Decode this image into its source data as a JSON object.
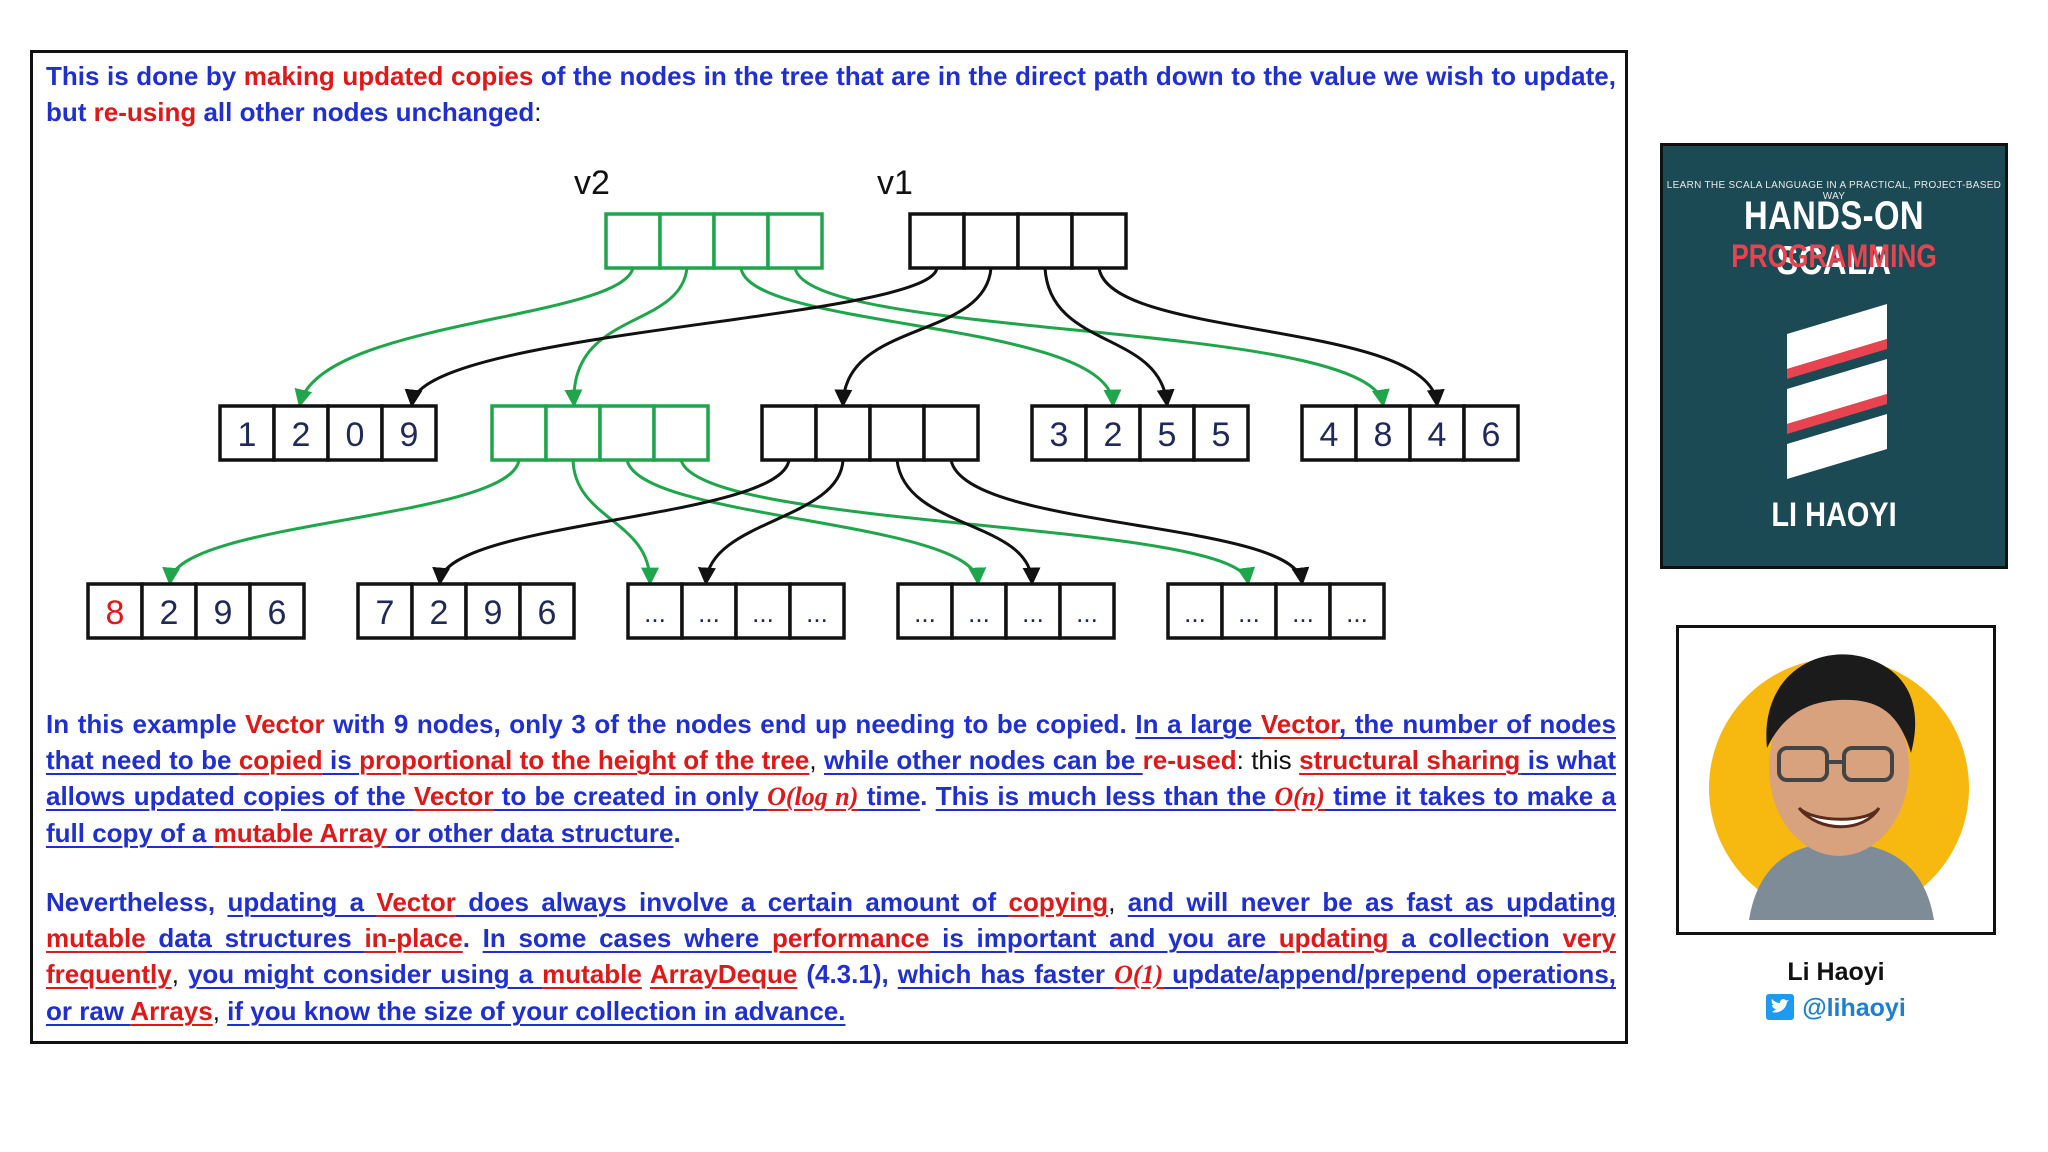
{
  "intro": {
    "s1": "This is done by ",
    "s2": "making updated copies",
    "s3": " of the nodes in the tree that are in the direct path down to the value we wish to update, but ",
    "s4": "re-using",
    "s5": "  all other nodes unchanged",
    "s6": ":"
  },
  "diagram": {
    "root_v2_label": "v2",
    "root_v1_label": "v1",
    "colors": {
      "copied": "#1fa64a",
      "original": "#111111",
      "digit": "#1f2a5a",
      "changed_digit": "#e01818"
    },
    "level2": [
      {
        "values": [
          "1",
          "2",
          "0",
          "9"
        ],
        "kind": "original"
      },
      {
        "values": [
          "",
          "",
          "",
          ""
        ],
        "kind": "copied"
      },
      {
        "values": [
          "",
          "",
          "",
          ""
        ],
        "kind": "original"
      },
      {
        "values": [
          "3",
          "2",
          "5",
          "5"
        ],
        "kind": "original"
      },
      {
        "values": [
          "4",
          "8",
          "4",
          "6"
        ],
        "kind": "original"
      }
    ],
    "level3": [
      {
        "values": [
          "8",
          "2",
          "9",
          "6"
        ],
        "kind": "copied-leaf",
        "changed_index": 0
      },
      {
        "values": [
          "7",
          "2",
          "9",
          "6"
        ],
        "kind": "original"
      },
      {
        "values": [
          "...",
          "...",
          "...",
          "..."
        ],
        "kind": "original"
      },
      {
        "values": [
          "...",
          "...",
          "...",
          "..."
        ],
        "kind": "original"
      },
      {
        "values": [
          "...",
          "...",
          "...",
          "..."
        ],
        "kind": "original"
      }
    ]
  },
  "para2": {
    "a": "In this example ",
    "b": "Vector",
    "c": " with 9 nodes, only 3 of the nodes end up needing to be copied. ",
    "d": "In a large ",
    "e": "Vector",
    "f": ", the number of nodes that need to be ",
    "g": "copied",
    "h": " is ",
    "i": "proportional to the height of the tree",
    "j": ", ",
    "k": "while other nodes can be ",
    "l": "re-used",
    "m": ": this ",
    "n": "structural sharing",
    "o": " is what allows updated copies of the ",
    "p": "Vector",
    "q": " to be created in only ",
    "r": "O(log n)",
    "s": " time",
    "t": ". ",
    "u": "This is much less than the ",
    "v": "O(n)",
    "w": " time it takes to make a full copy of a ",
    "x": "mutable Array",
    "y": " or other data structure",
    "z": "."
  },
  "para3": {
    "a": "Nevertheless, ",
    "b": "updating a ",
    "c": "Vector",
    "d": " does always involve a certain amount of ",
    "e": "copying",
    "f": ", ",
    "g": "and will never be as fast as updating ",
    "h": "mutable",
    "i": " data structures ",
    "j": "in-place",
    "k": ". ",
    "l": "In some cases where ",
    "m": "performance",
    "n": " is important and you are ",
    "o": "updating",
    "p": " a collection ",
    "q": "very frequently",
    "r": ", ",
    "s": "you might consider using a ",
    "t": "mutable",
    "u": " ",
    "v": "ArrayDeque",
    "w": " (4.3.1), ",
    "x": "which has faster ",
    "y": "O(1)",
    "z": " update/append/prepend operations, or raw ",
    "aa": "Arrays",
    "ab": ", ",
    "ac": "if you know the size of your collection in advance."
  },
  "book": {
    "tagline": "LEARN THE SCALA LANGUAGE IN A PRACTICAL, PROJECT-BASED WAY",
    "title1": "HANDS-ON SCALA",
    "title2": "PROGRAMMING",
    "author": "LI HAOYI",
    "bg_color": "#1b4a55",
    "accent": "#e8444f"
  },
  "author": {
    "name": "Li Haoyi",
    "twitter": "@lihaoyi",
    "twitter_icon": "twitter-bird-icon"
  }
}
